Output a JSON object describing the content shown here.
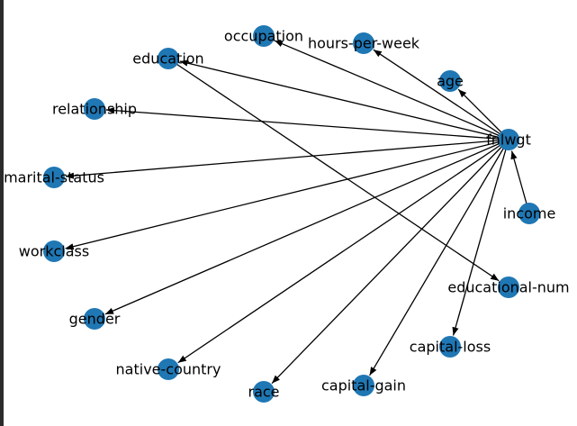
{
  "colors": {
    "node": "#1f77b4",
    "edge": "#000000",
    "label": "#000000",
    "frame": "#2b2b2b"
  },
  "nodes": [
    {
      "id": "fnlwgt",
      "label": "fnlwgt"
    },
    {
      "id": "occupation",
      "label": "occupation"
    },
    {
      "id": "hours-per-week",
      "label": "hours-per-week"
    },
    {
      "id": "education",
      "label": "education"
    },
    {
      "id": "age",
      "label": "age"
    },
    {
      "id": "relationship",
      "label": "relationship"
    },
    {
      "id": "marital-status",
      "label": "marital-status"
    },
    {
      "id": "income",
      "label": "income"
    },
    {
      "id": "workclass",
      "label": "workclass"
    },
    {
      "id": "educational-num",
      "label": "educational-num"
    },
    {
      "id": "gender",
      "label": "gender"
    },
    {
      "id": "capital-loss",
      "label": "capital-loss"
    },
    {
      "id": "native-country",
      "label": "native-country"
    },
    {
      "id": "capital-gain",
      "label": "capital-gain"
    },
    {
      "id": "race",
      "label": "race"
    }
  ],
  "edges": [
    {
      "from": "fnlwgt",
      "to": "occupation"
    },
    {
      "from": "fnlwgt",
      "to": "hours-per-week"
    },
    {
      "from": "fnlwgt",
      "to": "education"
    },
    {
      "from": "fnlwgt",
      "to": "age"
    },
    {
      "from": "fnlwgt",
      "to": "relationship"
    },
    {
      "from": "fnlwgt",
      "to": "marital-status"
    },
    {
      "from": "fnlwgt",
      "to": "workclass"
    },
    {
      "from": "fnlwgt",
      "to": "gender"
    },
    {
      "from": "fnlwgt",
      "to": "native-country"
    },
    {
      "from": "fnlwgt",
      "to": "race"
    },
    {
      "from": "fnlwgt",
      "to": "capital-gain"
    },
    {
      "from": "fnlwgt",
      "to": "capital-loss"
    },
    {
      "from": "income",
      "to": "fnlwgt"
    },
    {
      "from": "education",
      "to": "educational-num"
    }
  ]
}
